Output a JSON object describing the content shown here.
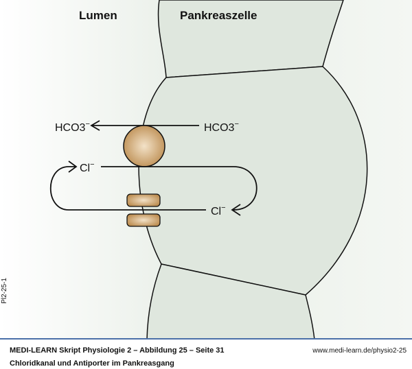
{
  "labels": {
    "lumen": "Lumen",
    "cell": "Pankreaszelle",
    "hco3_left": "HCO3",
    "hco3_right": "HCO3",
    "sub3": "3",
    "minus": "−",
    "cl_left": "Cl",
    "cl_right": "Cl"
  },
  "side_code": "Pl2-25-1",
  "footer": {
    "line1": "MEDI-LEARN Skript Physiologie 2 – Abbildung 25 – Seite 31",
    "line2": "Chloridkanal und Antiporter im Pankreasgang",
    "url": "www.medi-learn.de/physio2-25"
  },
  "colors": {
    "cell": "#dfe7de",
    "transporter": "#c79a5c",
    "rule": "#4a6fa8"
  }
}
